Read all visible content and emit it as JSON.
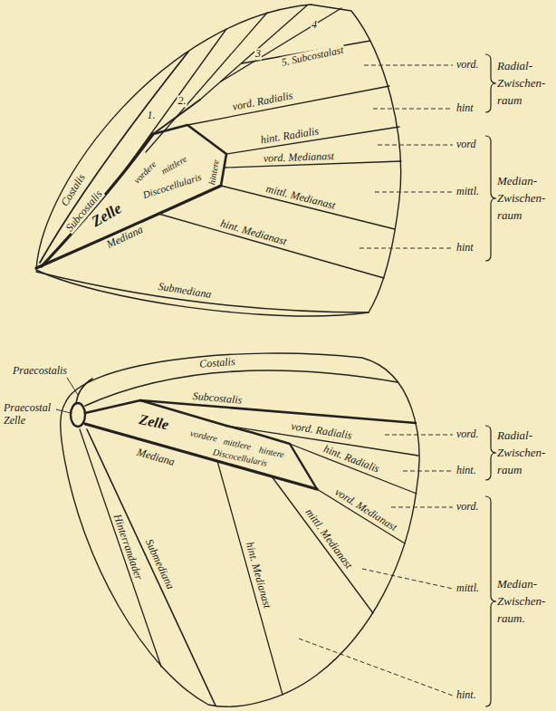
{
  "diagram": {
    "labels": [
      "1.",
      "2.",
      "3",
      "4",
      "5. Subcostalast",
      "Costalis",
      "Subcostalis",
      "vordere",
      "mittlere",
      "hintere",
      "Discocellularis",
      "Zelle",
      "Mediana",
      "vord. Radialis",
      "hint. Radialis",
      "vord. Medianast",
      "mittl. Medianast",
      "hint. Medianast",
      "Submediana",
      "vord.",
      "hint",
      "Radial- Zwischen- raum",
      "vord",
      "mittl.",
      "hint",
      "Median- Zwischen- raum",
      "Praecostalis",
      "Praecostal Zelle",
      "Costalis",
      "Subcostalis",
      "vord. Radialis",
      "hint. Radialis",
      "vordere",
      "mittlere",
      "hintere",
      "Discocellularis",
      "Zelle",
      "Mediana",
      "vord. Medianast",
      "mittl. Medianast",
      "hint. Medianast",
      "Submediana",
      "Hinterrandader",
      "vord.",
      "hint.",
      "Radial- Zwischen- raum",
      "vord.",
      "mittl.",
      "hint.",
      "Median- Zwischen- raum."
    ]
  }
}
